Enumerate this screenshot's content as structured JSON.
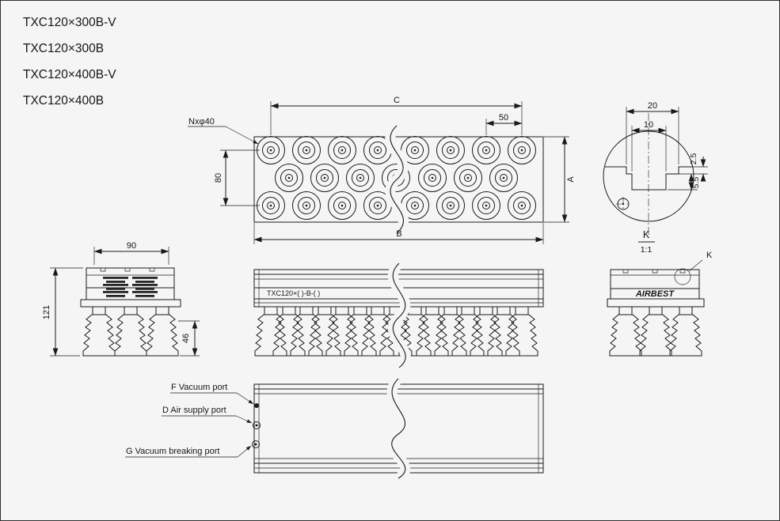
{
  "colors": {
    "background": "#f5f5f5",
    "line": "#1a1a1a"
  },
  "models": {
    "items": [
      "TXC120×300B-V",
      "TXC120×300B",
      "TXC120×400B-V",
      "TXC120×400B"
    ]
  },
  "plan_view": {
    "hole_callout": "Nxφ40",
    "dim_c": "C",
    "dim_50": "50",
    "dim_80": "80",
    "dim_a": "A",
    "dim_b": "B"
  },
  "detail_k": {
    "dim_20": "20",
    "dim_10": "10",
    "dim_2_5": "2.5",
    "dim_5_5": "5.5",
    "label": "K",
    "scale": "1:1"
  },
  "left_view": {
    "dim_90": "90",
    "dim_121": "121",
    "dim_46": "46"
  },
  "front_view": {
    "marking": "TXC120×( )-B-( )"
  },
  "right_view": {
    "brand": "AIRBEST",
    "detail_ref": "K"
  },
  "port_view": {
    "port_f": "F Vacuum port",
    "port_d": "D Air supply port",
    "port_g": "G Vacuum breaking port"
  }
}
